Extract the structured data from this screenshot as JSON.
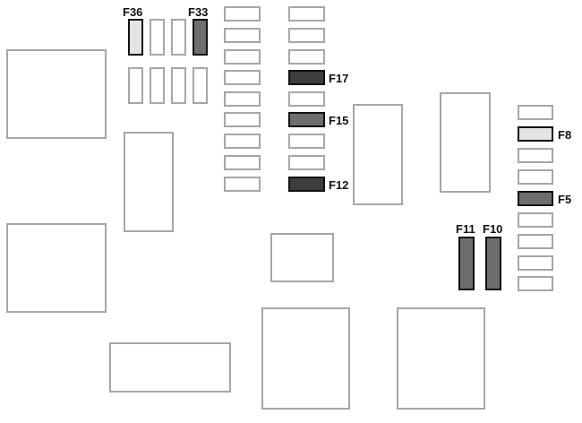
{
  "colors": {
    "outline": "#a6a6a6",
    "dark_outline": "#111111",
    "highlight_dark": "#3d3d3d",
    "highlight_medium": "#6e6e6e",
    "highlight_light": "#e4e4e4",
    "background": "#ffffff",
    "label": "#111111"
  },
  "fuses": {
    "f36": {
      "label": "F36",
      "shade": "light"
    },
    "f33": {
      "label": "F33",
      "shade": "medium"
    },
    "f17": {
      "label": "F17",
      "shade": "dark"
    },
    "f15": {
      "label": "F15",
      "shade": "medium"
    },
    "f12": {
      "label": "F12",
      "shade": "dark"
    },
    "f11": {
      "label": "F11",
      "shade": "medium"
    },
    "f10": {
      "label": "F10",
      "shade": "medium"
    },
    "f8": {
      "label": "F8",
      "shade": "light"
    },
    "f5": {
      "label": "F5",
      "shade": "medium"
    }
  }
}
